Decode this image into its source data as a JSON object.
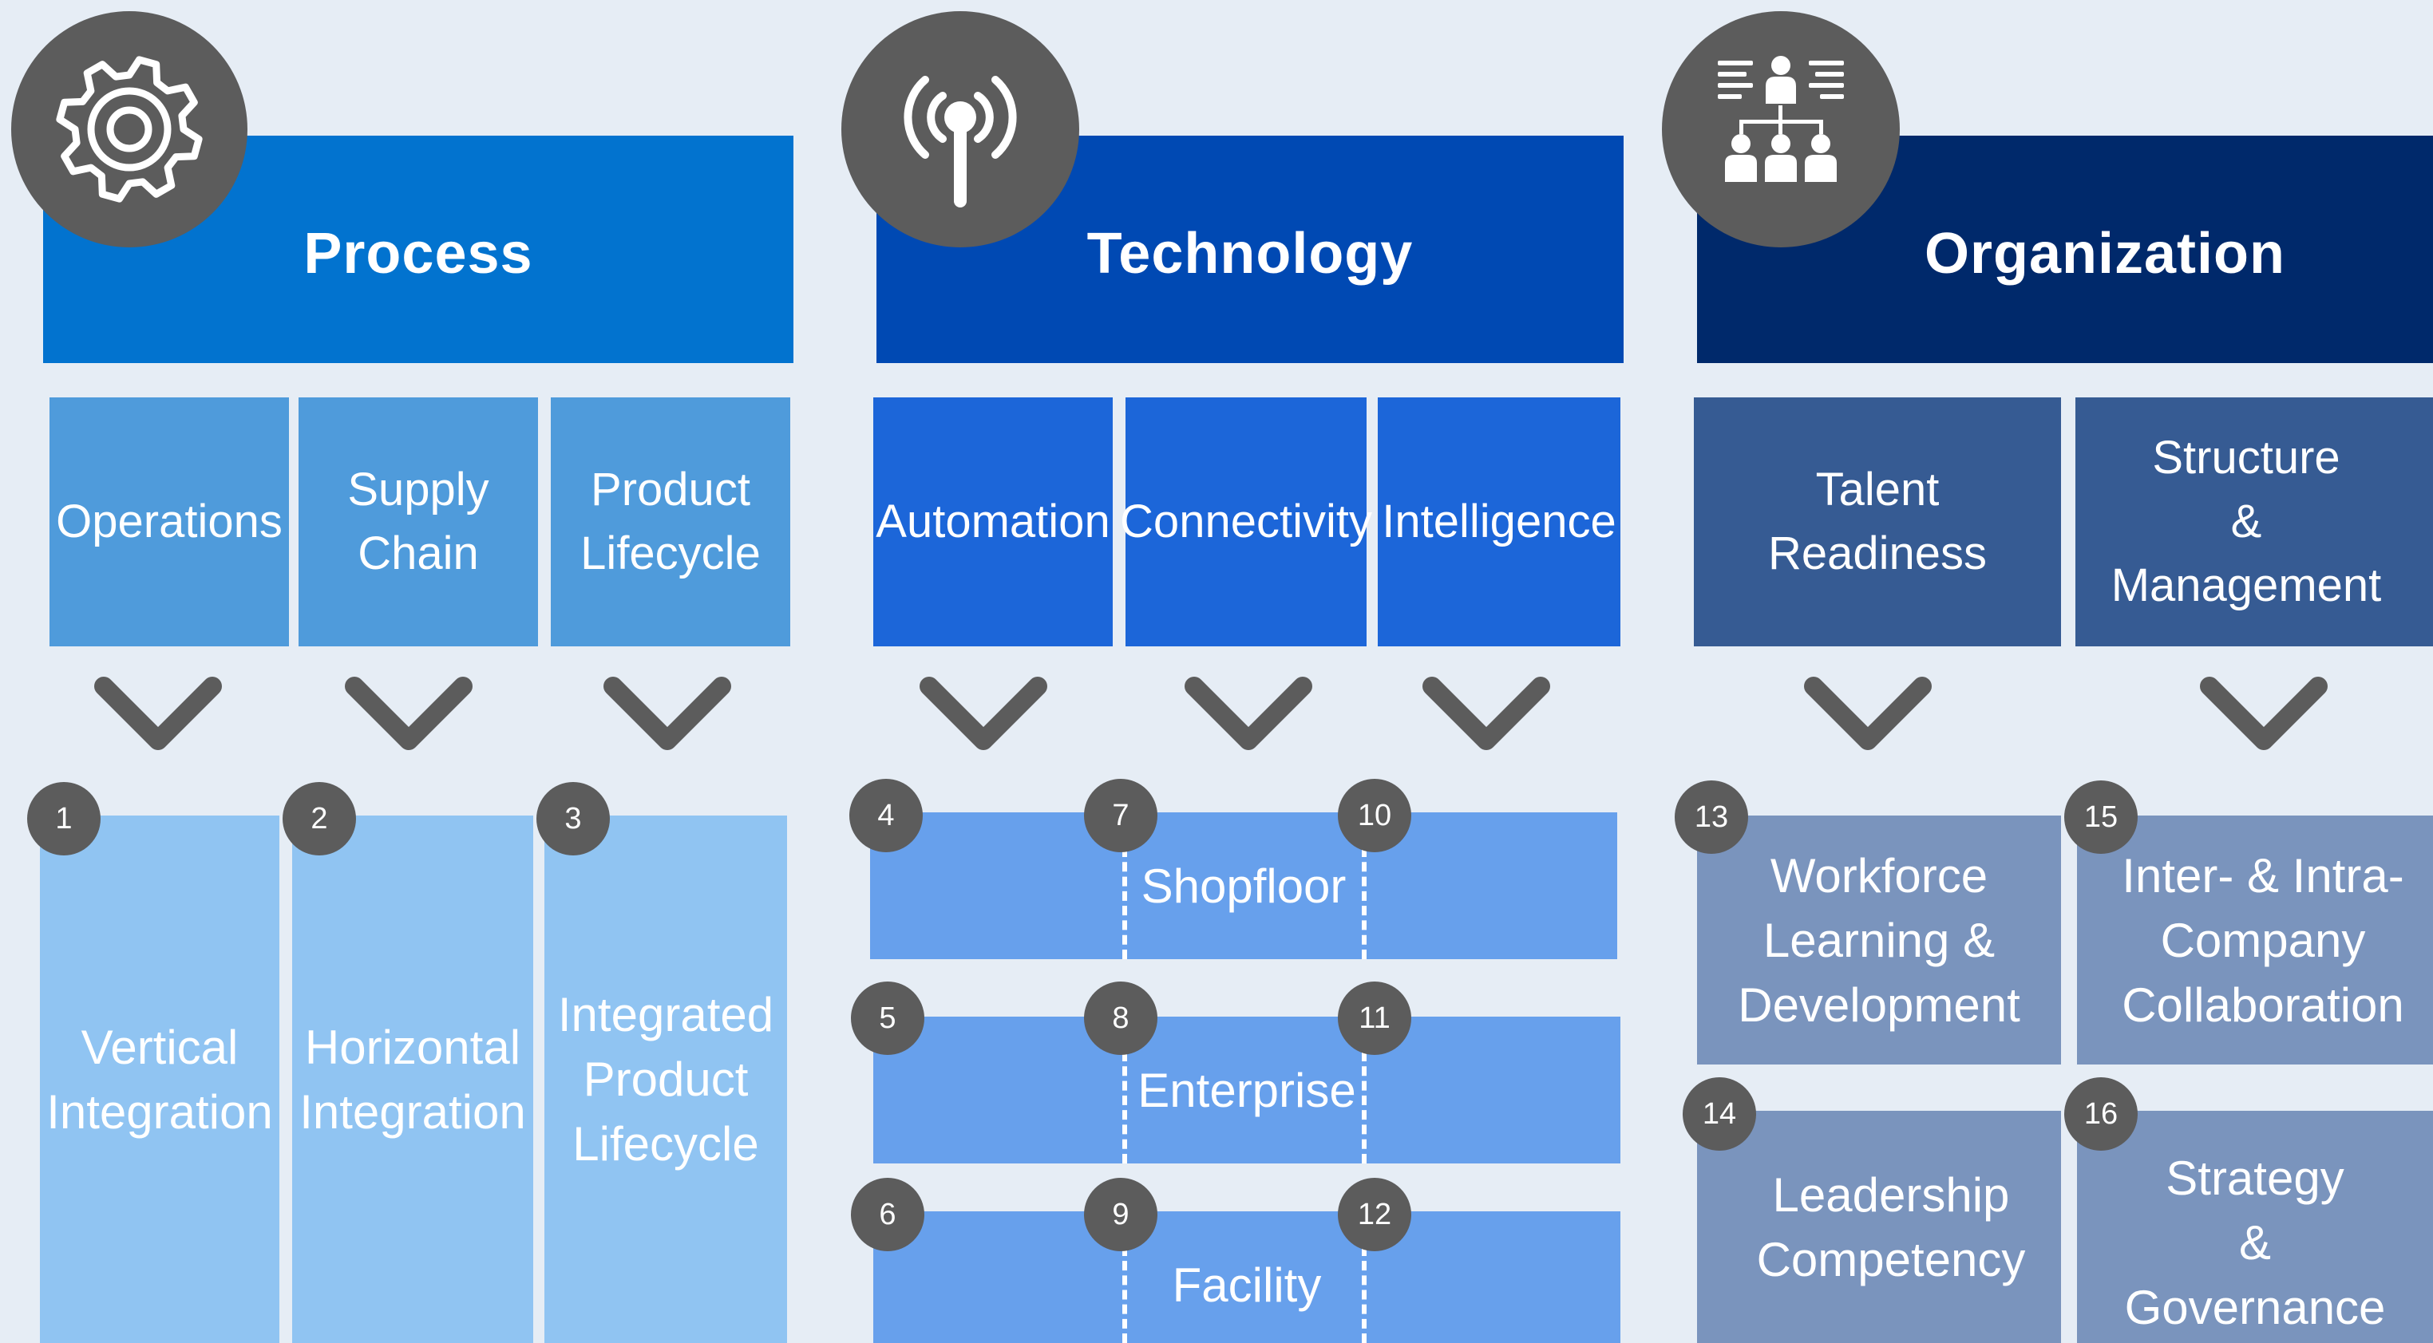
{
  "colors": {
    "background": "#e6edf5",
    "icon_circle": "#5c5c5c",
    "process_header": "#0273cf",
    "process_category": "#4f9bdb",
    "process_outcome": "#90c4f2",
    "technology_header": "#0049b3",
    "technology_category": "#1c66d9",
    "technology_outcome": "#67a0ec",
    "organization_header": "#00296b",
    "organization_category": "#365b93",
    "organization_outcome": "#7a94bd"
  },
  "process": {
    "icon": "gear-icon",
    "title": "Process",
    "categories": [
      "Operations",
      "Supply\nChain",
      "Product\nLifecycle"
    ],
    "outcomes": [
      {
        "num": "1",
        "label": "Vertical\nIntegration"
      },
      {
        "num": "2",
        "label": "Horizontal\nIntegration"
      },
      {
        "num": "3",
        "label": "Integrated\nProduct\nLifecycle"
      }
    ]
  },
  "technology": {
    "icon": "antenna-icon",
    "title": "Technology",
    "categories": [
      "Automation",
      "Connectivity",
      "Intelligence"
    ],
    "rows": [
      {
        "label": "Shopfloor",
        "nums": [
          "4",
          "7",
          "10"
        ]
      },
      {
        "label": "Enterprise",
        "nums": [
          "5",
          "8",
          "11"
        ]
      },
      {
        "label": "Facility",
        "nums": [
          "6",
          "9",
          "12"
        ]
      }
    ]
  },
  "organization": {
    "icon": "org-chart-icon",
    "title": "Organization",
    "categories": [
      "Talent\nReadiness",
      "Structure\n&\nManagement"
    ],
    "outcomes": [
      {
        "num": "13",
        "label": "Workforce\nLearning &\nDevelopment"
      },
      {
        "num": "15",
        "label": "Inter- & Intra-\nCompany\nCollaboration"
      },
      {
        "num": "14",
        "label": "Leadership\nCompetency"
      },
      {
        "num": "16",
        "label": "Strategy\n&\nGovernance"
      }
    ]
  }
}
